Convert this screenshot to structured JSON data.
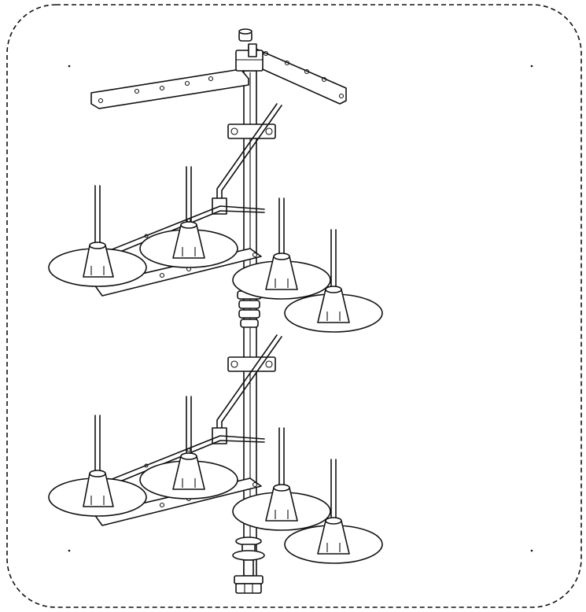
{
  "diagram": {
    "subject": "bobbin-creel-stand-drawing",
    "tiers": [
      {
        "id": "upper-tier",
        "spool_count": 4
      },
      {
        "id": "lower-tier",
        "spool_count": 4
      }
    ],
    "colors": {
      "line": "#111111",
      "background": "#ffffff"
    }
  }
}
